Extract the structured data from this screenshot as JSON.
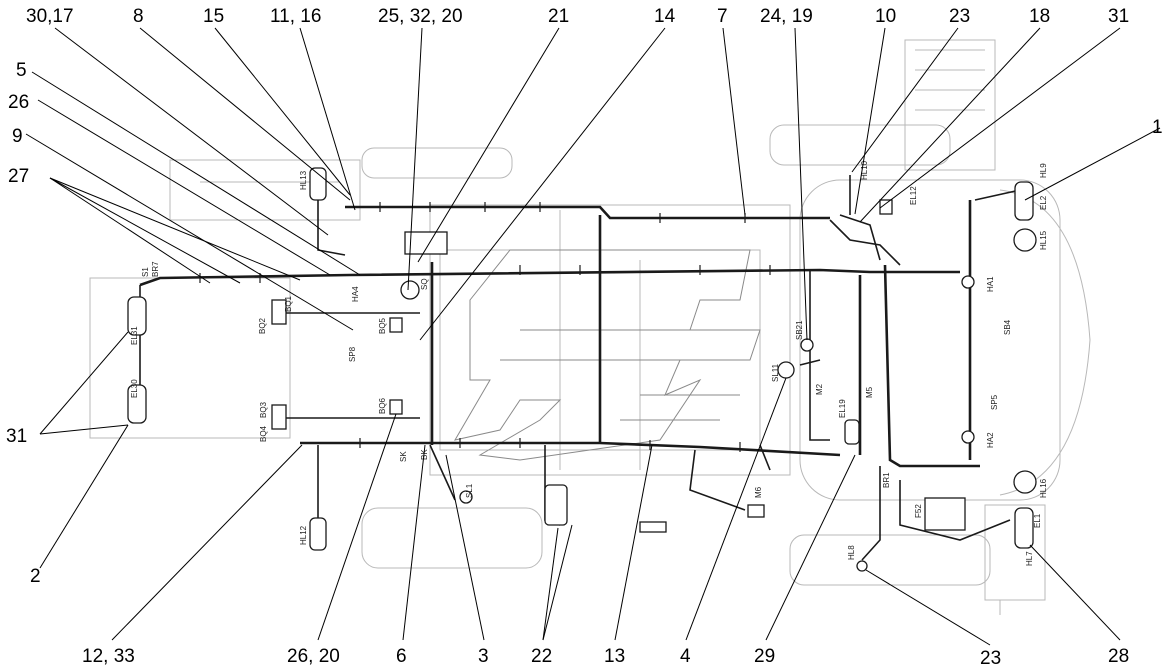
{
  "callouts": {
    "top": [
      {
        "id": "c-30-17",
        "text": "30,17"
      },
      {
        "id": "c-8",
        "text": "8"
      },
      {
        "id": "c-15",
        "text": "15"
      },
      {
        "id": "c-11-16",
        "text": "11, 16"
      },
      {
        "id": "c-25-32-20",
        "text": "25, 32, 20"
      },
      {
        "id": "c-21",
        "text": "21"
      },
      {
        "id": "c-14",
        "text": "14"
      },
      {
        "id": "c-7",
        "text": "7"
      },
      {
        "id": "c-24-19",
        "text": "24, 19"
      },
      {
        "id": "c-10",
        "text": "10"
      },
      {
        "id": "c-23-top",
        "text": "23"
      },
      {
        "id": "c-18",
        "text": "18"
      },
      {
        "id": "c-31-top",
        "text": "31"
      }
    ],
    "left": [
      {
        "id": "c-5",
        "text": "5"
      },
      {
        "id": "c-26",
        "text": "26"
      },
      {
        "id": "c-9",
        "text": "9"
      },
      {
        "id": "c-27",
        "text": "27"
      },
      {
        "id": "c-31-left",
        "text": "31"
      },
      {
        "id": "c-2",
        "text": "2"
      }
    ],
    "right": [
      {
        "id": "c-1",
        "text": "1"
      }
    ],
    "bottom": [
      {
        "id": "c-12-33",
        "text": "12, 33"
      },
      {
        "id": "c-26-20",
        "text": "26, 20"
      },
      {
        "id": "c-6",
        "text": "6"
      },
      {
        "id": "c-3",
        "text": "3"
      },
      {
        "id": "c-22",
        "text": "22"
      },
      {
        "id": "c-13",
        "text": "13"
      },
      {
        "id": "c-4",
        "text": "4"
      },
      {
        "id": "c-29",
        "text": "29"
      },
      {
        "id": "c-23-bottom",
        "text": "23"
      },
      {
        "id": "c-28",
        "text": "28"
      }
    ]
  },
  "component_tags": {
    "hl13": "HL13",
    "hl12": "HL12",
    "hl16": "HL16",
    "hl9": "HL9",
    "hl15": "HL15",
    "hl10": "HL10",
    "hl7": "HL7",
    "hl8": "HL8",
    "el31": "EL31",
    "el30": "EL30",
    "el1": "EL1",
    "el2": "EL2",
    "el12": "EL12",
    "el19": "EL19",
    "bq1": "BQ1",
    "bq2": "BQ2",
    "bq3": "BQ3",
    "bq4": "BQ4",
    "bq5": "BQ5",
    "bq6": "BQ6",
    "sp8": "SP8",
    "sp5": "SP5",
    "sb4": "SB4",
    "sb21": "SB21",
    "sl1": "SL1",
    "sl11": "SL11",
    "m2": "M2",
    "m5": "M5",
    "m6": "M6",
    "ha1": "HA1",
    "ha2": "HA2",
    "ha4": "HA4",
    "br1": "BR1",
    "br7": "BR7",
    "s1": "S1",
    "sq": "SQ",
    "sk": "SK",
    "bk": "BK",
    "f52": "F52"
  }
}
